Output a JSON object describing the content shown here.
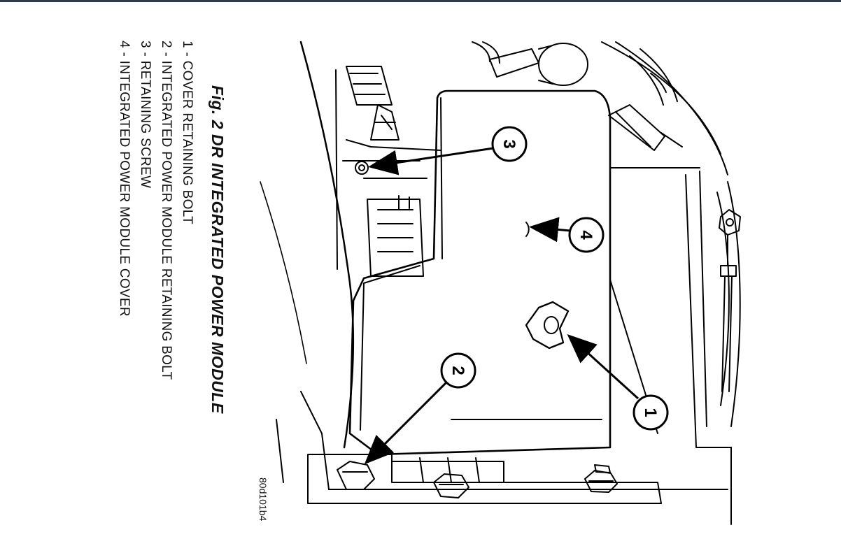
{
  "figure": {
    "title": "Fig. 2 DR INTEGRATED POWER MODULE",
    "legend": [
      "1 - COVER RETAINING BOLT",
      "2 - INTEGRATED POWER MODULE RETAINING BOLT",
      "3 - RETAINING SCREW",
      "4 - INTEGRATED POWER MODULE COVER"
    ],
    "code": "80d101b4",
    "callouts": [
      "1",
      "2",
      "3",
      "4"
    ]
  }
}
